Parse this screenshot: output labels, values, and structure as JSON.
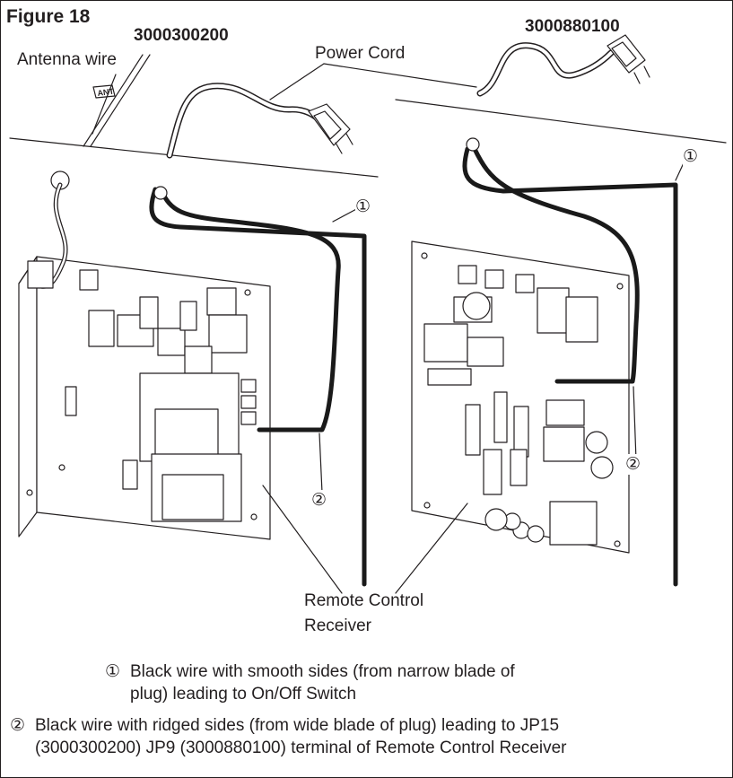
{
  "figure": {
    "title": "Figure 18",
    "model_a": "3000300200",
    "model_b": "3000880100"
  },
  "labels": {
    "antenna_wire": "Antenna wire",
    "power_cord": "Power Cord",
    "ant_tag": "ANT",
    "receiver_line1": "Remote Control",
    "receiver_line2": "Receiver",
    "callout_1": "①",
    "callout_2": "②"
  },
  "legend": [
    {
      "num": "①",
      "text": "Black wire with smooth sides (from narrow blade of\nplug) leading to On/Off Switch"
    },
    {
      "num": "②",
      "text": "Black wire with ridged sides (from wide blade of plug) leading to JP15\n(3000300200) JP9 (3000880100) terminal of Remote Control Receiver"
    }
  ],
  "colors": {
    "line": "#231f20",
    "board": "#ffffff",
    "wire": "#1a1a1a"
  }
}
